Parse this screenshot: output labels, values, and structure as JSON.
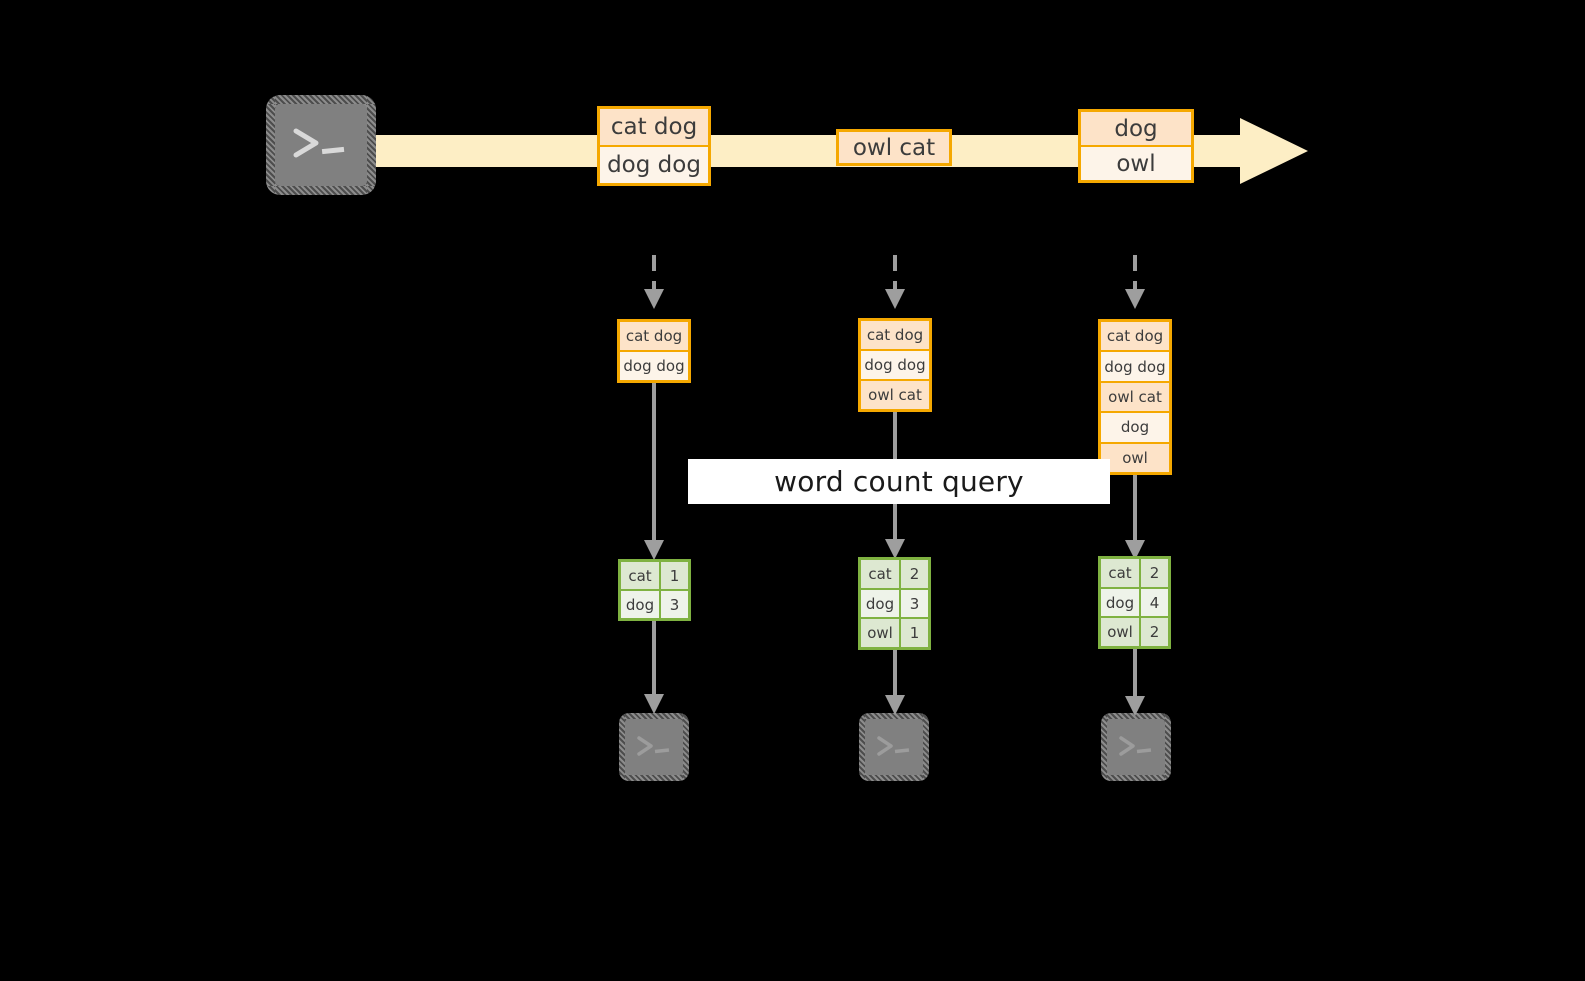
{
  "diagram": {
    "title_label": "word count query",
    "colors": {
      "background": "#000000",
      "stream_arrow_fill": "#fdeec5",
      "record_border": "#f5a800",
      "record_fill_dark": "#fde3c8",
      "record_fill_light": "#fdf4e9",
      "table_border": "#7fb241",
      "table_fill_dark": "#dde8d1",
      "table_fill_light": "#eef3e9",
      "terminal_fill": "#808080",
      "connector": "#9e9e9e",
      "label_band": "#ffffff",
      "text": "#3c3c3c"
    },
    "source": {
      "icon": "terminal-icon",
      "prompt": ">_"
    },
    "stream": {
      "icon": "right-arrow-icon",
      "groups": [
        {
          "name": "stream-group-1",
          "rows": [
            {
              "text": "cat dog",
              "shade": "dark"
            },
            {
              "text": "dog dog",
              "shade": "light"
            }
          ]
        },
        {
          "name": "stream-group-2",
          "rows": [
            {
              "text": "owl cat",
              "shade": "dark"
            }
          ]
        },
        {
          "name": "stream-group-3",
          "rows": [
            {
              "text": "dog",
              "shade": "dark"
            },
            {
              "text": "owl",
              "shade": "light"
            }
          ]
        }
      ]
    },
    "snapshots": [
      {
        "name": "snapshot-1",
        "input_rows": [
          {
            "text": "cat dog",
            "shade": "dark"
          },
          {
            "text": "dog dog",
            "shade": "light"
          }
        ],
        "counts": [
          {
            "word": "cat",
            "count": "1",
            "shade": "dark"
          },
          {
            "word": "dog",
            "count": "3",
            "shade": "light"
          }
        ],
        "sink": {
          "icon": "terminal-icon",
          "prompt": ">_"
        }
      },
      {
        "name": "snapshot-2",
        "input_rows": [
          {
            "text": "cat dog",
            "shade": "dark"
          },
          {
            "text": "dog dog",
            "shade": "light"
          },
          {
            "text": "owl cat",
            "shade": "dark"
          }
        ],
        "counts": [
          {
            "word": "cat",
            "count": "2",
            "shade": "dark"
          },
          {
            "word": "dog",
            "count": "3",
            "shade": "light"
          },
          {
            "word": "owl",
            "count": "1",
            "shade": "dark"
          }
        ],
        "sink": {
          "icon": "terminal-icon",
          "prompt": ">_"
        }
      },
      {
        "name": "snapshot-3",
        "input_rows": [
          {
            "text": "cat dog",
            "shade": "dark"
          },
          {
            "text": "dog dog",
            "shade": "light"
          },
          {
            "text": "owl cat",
            "shade": "dark"
          },
          {
            "text": "dog",
            "shade": "light"
          },
          {
            "text": "owl",
            "shade": "dark"
          }
        ],
        "counts": [
          {
            "word": "cat",
            "count": "2",
            "shade": "dark"
          },
          {
            "word": "dog",
            "count": "4",
            "shade": "light"
          },
          {
            "word": "owl",
            "count": "2",
            "shade": "dark"
          }
        ],
        "sink": {
          "icon": "terminal-icon",
          "prompt": ">_"
        }
      }
    ]
  }
}
